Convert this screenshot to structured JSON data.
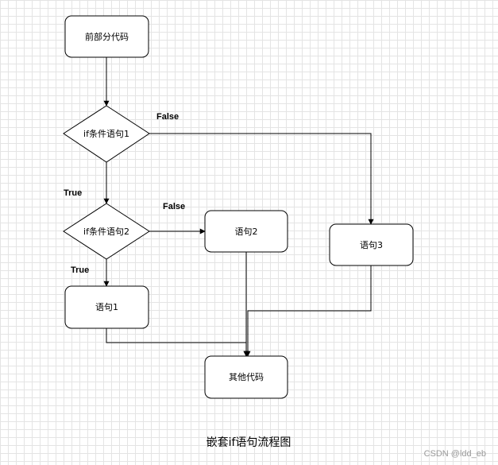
{
  "nodes": {
    "start": "前部分代码",
    "cond1": "if条件语句1",
    "cond2": "if条件语句2",
    "stmt1": "语句1",
    "stmt2": "语句2",
    "stmt3": "语句3",
    "end": "其他代码"
  },
  "edge_labels": {
    "cond1_false": "False",
    "cond1_true": "True",
    "cond2_false": "False",
    "cond2_true": "True"
  },
  "caption": "嵌套if语句流程图",
  "watermark": "CSDN @ldd_eb",
  "colors": {
    "stroke": "#000000",
    "fill": "#ffffff",
    "grid": "#e4e4e4"
  }
}
